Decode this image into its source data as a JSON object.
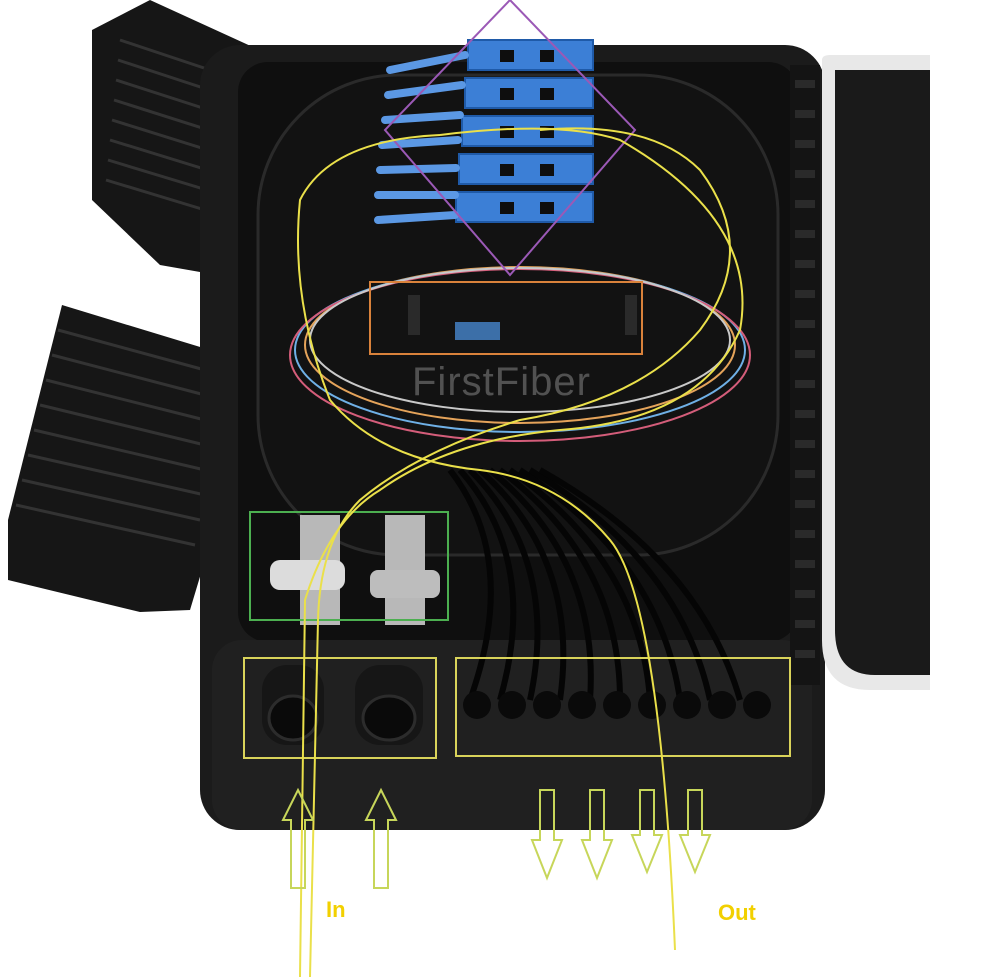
{
  "watermark": "FirstFiber",
  "labels": {
    "in": "In",
    "out": "Out"
  },
  "colors": {
    "box": "#1b1b1b",
    "adapter": "#3c7fd6",
    "annotation_yellow": "#e8e04a",
    "annotation_green": "#4caf50",
    "annotation_orange": "#d9823b",
    "annotation_purple": "#9b59b6"
  }
}
